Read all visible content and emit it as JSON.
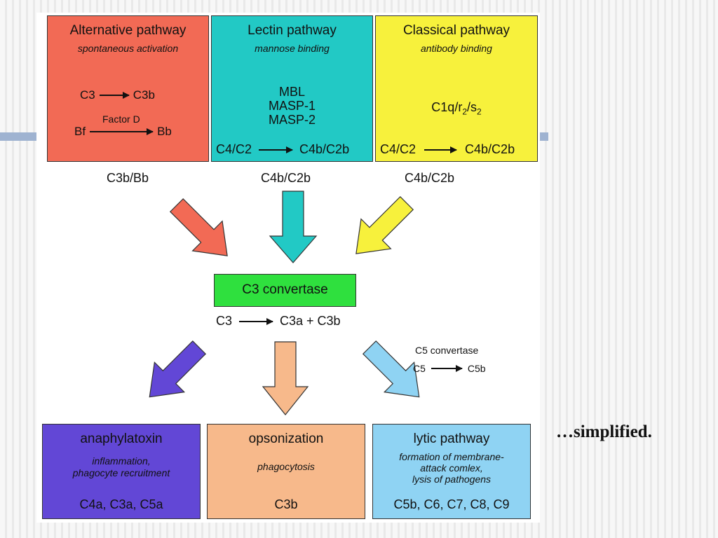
{
  "top": {
    "alternative": {
      "title": "Alternative pathway",
      "subtitle": "spontaneous activation",
      "r1_from": "C3",
      "r1_to": "C3b",
      "r2_label": "Factor D",
      "r2_from": "Bf",
      "r2_to": "Bb",
      "output": "C3b/Bb"
    },
    "lectin": {
      "title": "Lectin pathway",
      "subtitle": "mannose binding",
      "line1": "MBL",
      "line2": "MASP-1",
      "line3": "MASP-2",
      "r_from": "C4/C2",
      "r_to": "C4b/C2b",
      "output": "C4b/C2b"
    },
    "classical": {
      "title": "Classical pathway",
      "subtitle": "antibody binding",
      "c1_a": "C1q/r",
      "c1_sub1": "2",
      "c1_b": "/s",
      "c1_sub2": "2",
      "r_from": "C4/C2",
      "r_to": "C4b/C2b",
      "output": "C4b/C2b"
    }
  },
  "middle": {
    "title": "C3 convertase",
    "r_from": "C3",
    "r_to": "C3a + C3b",
    "c5_title": "C5 convertase",
    "c5_from": "C5",
    "c5_to": "C5b"
  },
  "bottom": {
    "anaphylatoxin": {
      "title": "anaphylatoxin",
      "desc1": "inflammation,",
      "desc2": "phagocyte recruitment",
      "products": "C4a, C3a, C5a"
    },
    "opsonization": {
      "title": "opsonization",
      "desc1": "phagocytosis",
      "products": "C3b"
    },
    "lytic": {
      "title": "lytic pathway",
      "desc1": "formation of membrane-",
      "desc2": "attack comlex,",
      "desc3": "lysis of pathogens",
      "products": "C5b, C6, C7, C8, C9"
    }
  },
  "side_note": "…simplified.",
  "colors": {
    "alternative": "#f26a55",
    "lectin": "#22c9c5",
    "classical": "#f7f13c",
    "convertase": "#2fe03e",
    "anaphylatoxin": "#6247d6",
    "opsonization": "#f7b98b",
    "lytic": "#8fd3f3"
  }
}
